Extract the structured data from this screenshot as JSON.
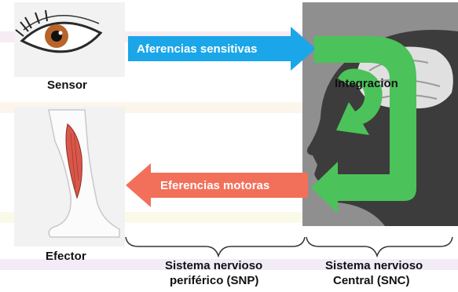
{
  "colors": {
    "afferent_arrow": "#1aa6e8",
    "efferent_arrow": "#f2705a",
    "integration_loop": "#4cc25a",
    "head_panel": "#8f8f8f"
  },
  "labels": {
    "sensor": "Sensor",
    "efector": "Efector",
    "integracion": "Integracion",
    "afferent": "Aferencias sensitivas",
    "efferent": "Eferencias motoras",
    "snp_line1": "Sistema nervioso",
    "snp_line2": "periférico (SNP)",
    "snc_line1": "Sistema nervioso",
    "snc_line2": "Central (SNC)"
  },
  "icons": [
    "eye-illustration",
    "leg-muscle-illustration",
    "head-brain-illustration"
  ]
}
